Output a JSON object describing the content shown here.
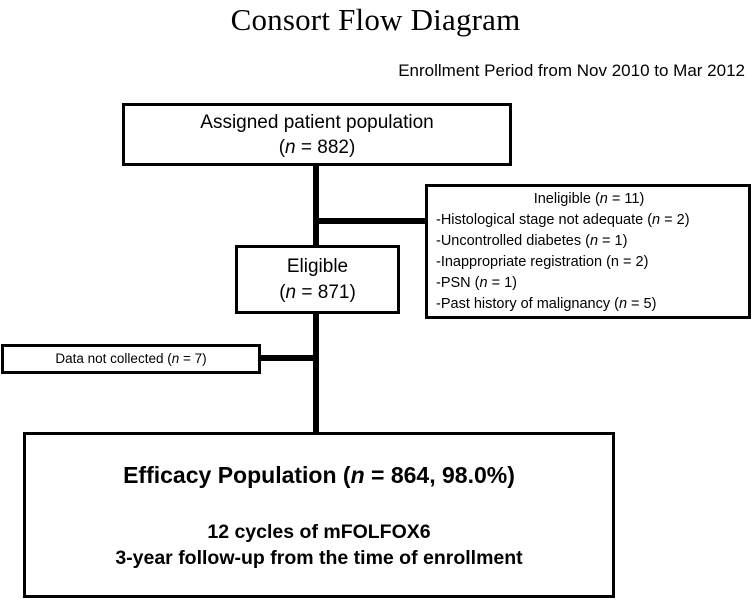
{
  "figure": {
    "title": "Consort Flow Diagram",
    "subtitle": "Enrollment Period from Nov 2010 to Mar 2012"
  },
  "chart_data": {
    "type": "diagram",
    "title": "Consort Flow Diagram",
    "subtitle": "Enrollment Period from Nov 2010 to Mar 2012",
    "nodes": [
      {
        "id": "assigned",
        "label": "Assigned patient population",
        "n": 882
      },
      {
        "id": "eligible",
        "label": "Eligible",
        "n": 871
      },
      {
        "id": "ineligible",
        "label": "Ineligible",
        "n": 11
      },
      {
        "id": "data_not_collected",
        "label": "Data not collected",
        "n": 7
      },
      {
        "id": "efficacy",
        "label": "Efficacy Population",
        "n": 864,
        "percent": "98.0%"
      }
    ],
    "exclusions": [
      {
        "label": "Histological stage not adequate",
        "n": 2
      },
      {
        "label": "Uncontrolled diabetes",
        "n": 1
      },
      {
        "label": "Inappropriate registration",
        "n": 2
      },
      {
        "label": "PSN",
        "n": 1
      },
      {
        "label": "Past history of malignancy",
        "n": 5
      }
    ],
    "edges": [
      {
        "from": "assigned",
        "to": "eligible"
      },
      {
        "from": "assigned",
        "to": "ineligible"
      },
      {
        "from": "eligible",
        "to": "efficacy"
      },
      {
        "from": "eligible",
        "to": "data_not_collected"
      }
    ]
  },
  "boxes": {
    "assigned": {
      "line1": "Assigned patient population",
      "line2_open": "(",
      "line2_n": "n",
      "line2_rest": " = 882)"
    },
    "eligible": {
      "line1": "Eligible",
      "line2_open": "(",
      "line2_n": "n",
      "line2_rest": " = 871)"
    },
    "ineligible": {
      "header_label": "Ineligible (",
      "header_n": "n",
      "header_rest": " = 11)",
      "items": [
        {
          "prefix": "-Histological stage not adequate (",
          "n": "n",
          "suffix": " = 2)",
          "italic_n": true
        },
        {
          "prefix": "-Uncontrolled diabetes (",
          "n": "n",
          "suffix": " = 1)",
          "italic_n": true
        },
        {
          "prefix": "-Inappropriate registration (",
          "n": "n",
          "suffix": " = 2)",
          "italic_n": false
        },
        {
          "prefix": "-PSN (",
          "n": "n",
          "suffix": " = 1)",
          "italic_n": true
        },
        {
          "prefix": "-Past history of malignancy (",
          "n": "n",
          "suffix": " = 5)",
          "italic_n": true
        }
      ]
    },
    "data_not_collected": {
      "prefix": "Data not collected (",
      "n": "n",
      "suffix": " = 7)"
    },
    "efficacy": {
      "heading_prefix": "Efficacy Population (",
      "heading_n": "n",
      "heading_suffix": " = 864, 98.0%)",
      "sub_line1": "12 cycles of mFOLFOX6",
      "sub_line2": "3-year follow-up from the time of enrollment"
    }
  },
  "colors": {
    "stroke": "#000000",
    "background": "#ffffff",
    "text": "#000000"
  }
}
